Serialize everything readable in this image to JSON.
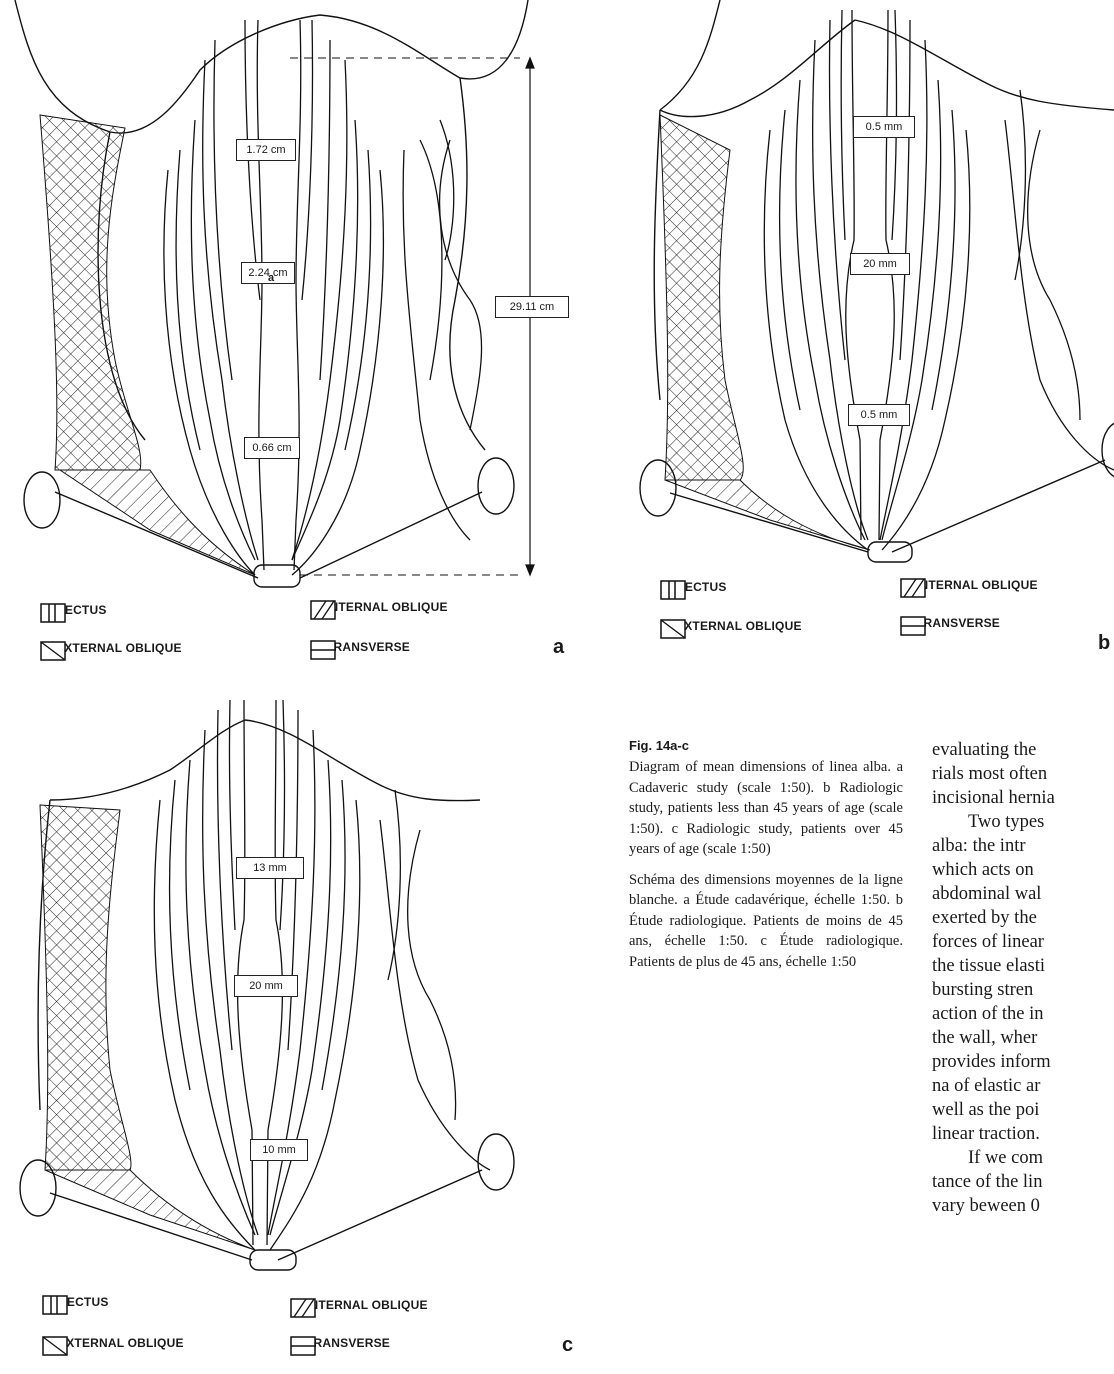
{
  "panels": [
    {
      "id": "a",
      "letter": "a",
      "labels": [
        "1.72 cm",
        "2.24 cm",
        "0.66 cm"
      ],
      "total_label": "29.11 cm",
      "marker": "a",
      "legend": {
        "rectus": "RECTUS",
        "internal_oblique": "INTERNAL OBLIQUE",
        "external_oblique": "EXTERNAL OBLIQUE",
        "transverse": "TRANSVERSE"
      }
    },
    {
      "id": "b",
      "letter": "b",
      "labels": [
        "0.5 mm",
        "20 mm",
        "0.5 mm"
      ],
      "legend": {
        "rectus": "RECTUS",
        "internal_oblique": "INTERNAL OBLIQUE",
        "external_oblique": "EXTERNAL OBLIQUE",
        "transverse": "TRANSVERSE"
      }
    },
    {
      "id": "c",
      "letter": "c",
      "labels": [
        "13 mm",
        "20 mm",
        "10 mm"
      ],
      "legend": {
        "rectus": "RECTUS",
        "internal_oblique": "INTERNAL OBLIQUE",
        "external_oblique": "EXTERNAL OBLIQUE",
        "transverse": "TRANSVERSE"
      }
    }
  ],
  "caption": {
    "title": "Fig. 14a-c",
    "english": "Diagram of mean dimensions of linea alba. a Cadaveric study (scale 1:50). b Radiologic study, patients less than 45 years of age (scale 1:50). c Radiologic study, patients over 45 years of age (scale 1:50)",
    "french": "Schéma des dimensions moyennes de la ligne blanche. a Étude cadavérique, échelle 1:50. b Étude radiologique. Patients de moins de 45 ans, échelle 1:50. c Étude radiologique. Patients de plus de 45 ans, échelle 1:50"
  },
  "body_text": [
    "evaluating the",
    "rials most often",
    "incisional hernia",
    "Two types",
    "alba: the intr",
    "which acts on",
    "abdominal wal",
    "exerted by the",
    "forces of linear",
    "the tissue elasti",
    "bursting stren",
    "action of the in",
    "the wall, wher",
    "provides inform",
    "na of elastic ar",
    "well as the poi",
    "linear traction.",
    "If we com",
    "tance of the lin",
    "vary beween 0"
  ]
}
